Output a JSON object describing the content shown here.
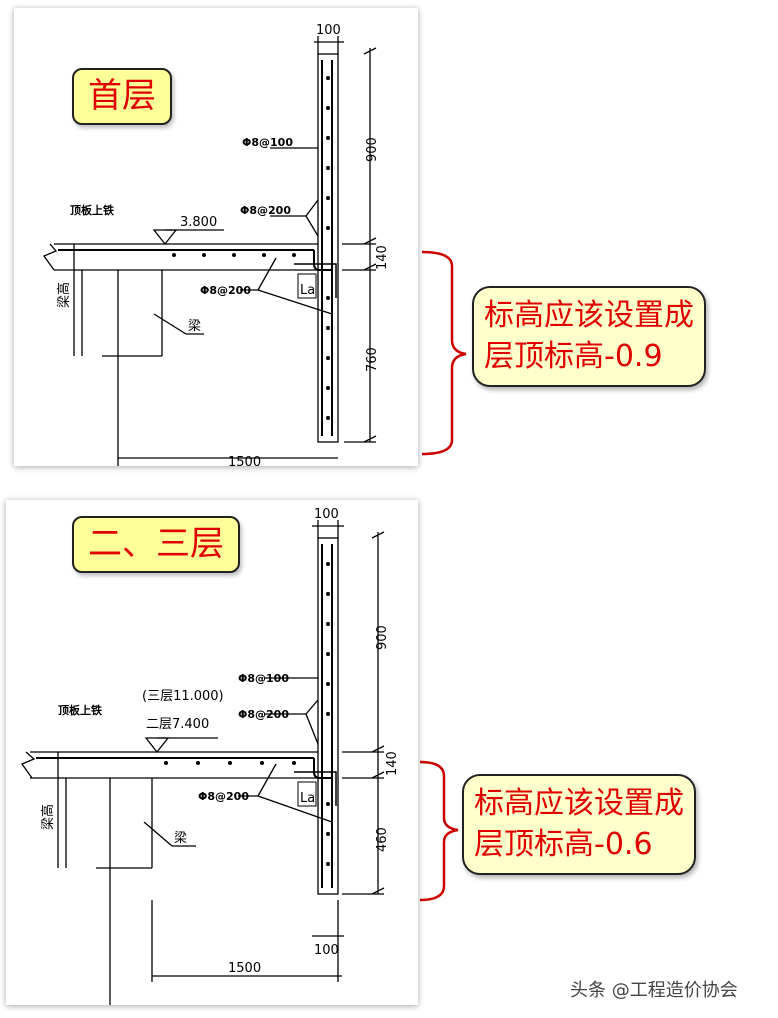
{
  "panels": [
    {
      "floor_label": "首层",
      "callout": {
        "line1": "标高应该设置成",
        "line2": "层顶标高-0.9"
      },
      "dims": {
        "top_width": "100",
        "upper": "900",
        "slab": "140",
        "lower": "760",
        "bottom_width": "1500"
      },
      "rebar": {
        "r1": "Φ8@100",
        "r2": "Φ8@200",
        "r3": "Φ8@200"
      },
      "elevation": "3.800",
      "labels": {
        "slab_top_rebar": "顶板上铁",
        "beam_height": "梁高",
        "beam": "梁",
        "la": "La"
      }
    },
    {
      "floor_label": "二、三层",
      "callout": {
        "line1": "标高应该设置成",
        "line2": "层顶标高-0.6"
      },
      "dims": {
        "top_width": "100",
        "upper": "900",
        "slab": "140",
        "lower": "460",
        "bottom_width": "1500",
        "bottom_small": "100"
      },
      "rebar": {
        "r1": "Φ8@100",
        "r2": "Φ8@200",
        "r3": "Φ8@200"
      },
      "elevation_a": "(三层11.000)",
      "elevation_b": "二层7.400",
      "labels": {
        "slab_top_rebar": "顶板上铁",
        "beam_height": "梁高",
        "beam": "梁",
        "la": "La"
      }
    }
  ],
  "watermark": "头条 @工程造价协会",
  "colors": {
    "label_bg": "#ffff99",
    "callout_bg": "#ffffcc",
    "accent": "#e00000",
    "bracket": "#cc0000"
  }
}
